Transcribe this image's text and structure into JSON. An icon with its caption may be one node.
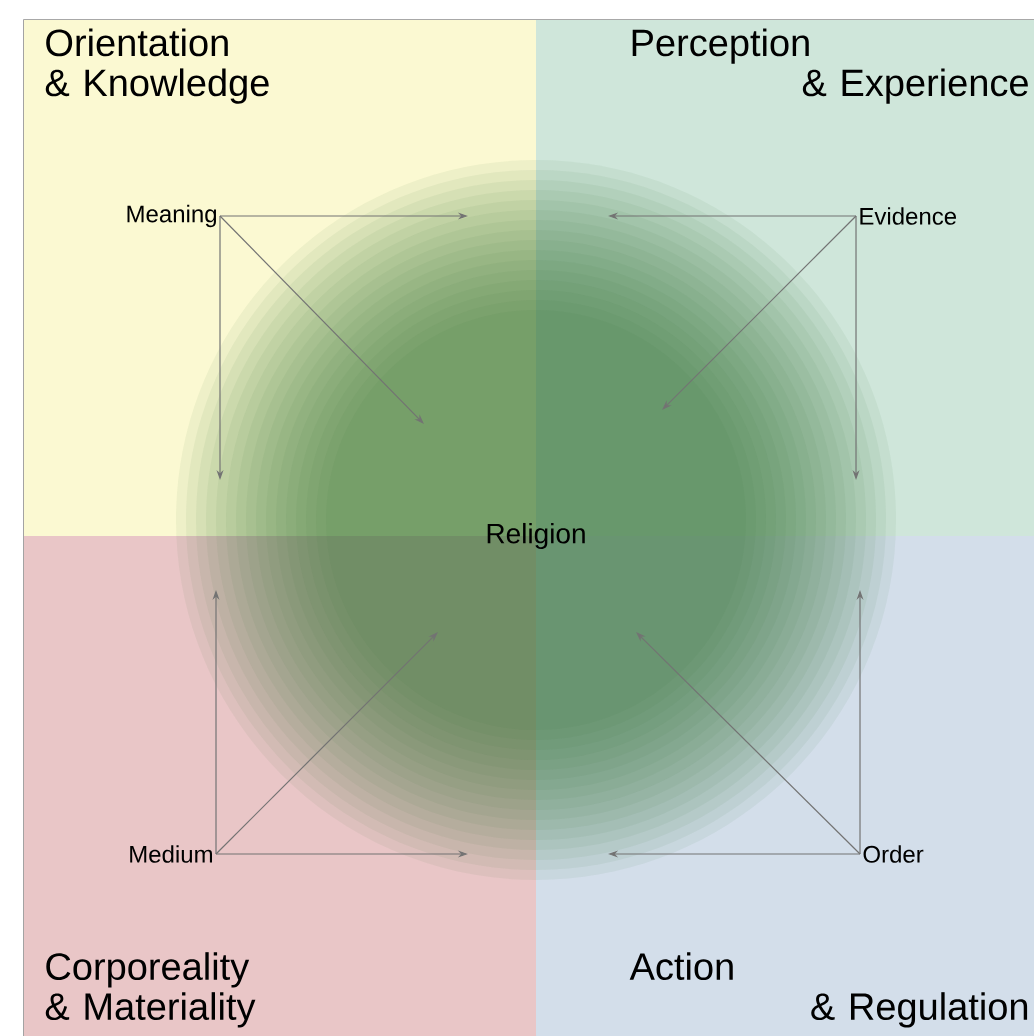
{
  "diagram": {
    "nodes": [
      {
        "text": [
          "Orientation & Knowledge"
        ]
      },
      {
        "text": [
          "Meaning"
        ],
        "in": 0
      },
      {
        "text": [
          "Perception & Experience"
        ]
      },
      {
        "text": [
          "Evidence"
        ],
        "in": 2
      },
      {
        "text": [
          "Corporeality & Materiality"
        ]
      },
      {
        "text": [
          "Medium"
        ],
        "in": 4
      },
      {
        "text": [
          "Action & Regulation"
        ]
      },
      {
        "text": [
          "Order"
        ],
        "in": 6
      },
      {
        "text": [
          "Religion"
        ]
      }
    ],
    "edges": [
      {
        "from": 1,
        "to": null,
        "arrow": "to"
      },
      {
        "from": 1,
        "to": null,
        "arrow": "to"
      },
      {
        "from": 1,
        "to": null,
        "arrow": "to"
      },
      {
        "from": 3,
        "to": null,
        "arrow": "to"
      },
      {
        "from": 3,
        "to": null,
        "arrow": "to"
      },
      {
        "from": 3,
        "to": null,
        "arrow": "to"
      },
      {
        "from": 5,
        "to": null,
        "arrow": "to"
      },
      {
        "from": 5,
        "to": null,
        "arrow": "to"
      },
      {
        "from": 5,
        "to": null,
        "arrow": "to"
      },
      {
        "from": 7,
        "to": null,
        "arrow": "to"
      },
      {
        "from": 7,
        "to": null,
        "arrow": "to"
      },
      {
        "from": 7,
        "to": null,
        "arrow": "to"
      }
    ]
  }
}
